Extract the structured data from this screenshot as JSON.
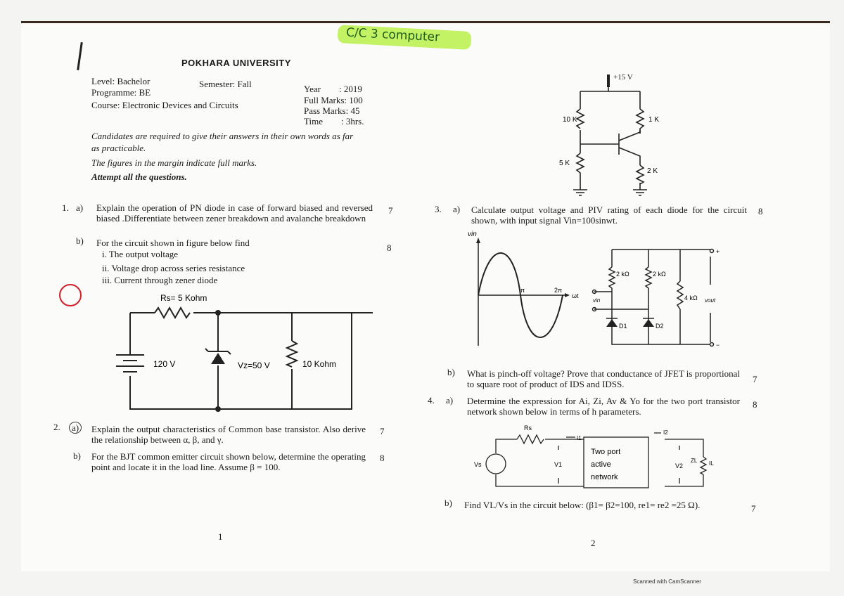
{
  "handwritten_note": "C/C 3 computer",
  "header": {
    "university": "POKHARA UNIVERSITY",
    "level": "Level: Bachelor",
    "semester": "Semester: Fall",
    "programme": "Programme: BE",
    "course": "Course: Electronic Devices and Circuits",
    "year": "Year        : 2019",
    "full_marks": "Full Marks: 100",
    "pass_marks": "Pass Marks: 45",
    "time": "Time        : 3hrs."
  },
  "instructions": [
    "Candidates are required to give their answers in their own words as far",
    "as practicable.",
    "The figures in the margin indicate full marks.",
    "Attempt all the questions."
  ],
  "questions": {
    "q1": {
      "num": "1.",
      "a_label": "a)",
      "a_text": "Explain the operation of PN diode in case of forward biased and reversed biased .Differentiate between zener breakdown and avalanche breakdown",
      "a_marks": "7",
      "b_label": "b)",
      "b_text": "For the circuit shown in figure below find",
      "b_items": [
        "i. The output voltage",
        "ii. Voltage drop across series resistance",
        "iii. Current through zener diode"
      ],
      "b_marks": "8",
      "circuit": {
        "rs": "Rs= 5 Kohm",
        "source": "120 V",
        "vz": "Vz=50 V",
        "load": "10 Kohm"
      }
    },
    "q2": {
      "num": "2.",
      "a_label": "a)",
      "a_text": "Explain the output characteristics of Common base transistor. Also derive the relationship between α, β, and γ.",
      "a_marks": "7",
      "b_label": "b)",
      "b_text": "For the BJT common emitter circuit shown below, determine the operating point and locate it in the load line. Assume β = 100.",
      "b_marks": "8"
    },
    "bjt_circuit": {
      "vcc": "+15 V",
      "r1": "10 K",
      "rc": "1 K",
      "r2": "5 K",
      "re": "2 K"
    },
    "q3": {
      "num": "3.",
      "a_label": "a)",
      "a_text": "Calculate output voltage and PIV rating of each diode for the circuit shown, with input signal Vin=100sinwt.",
      "a_marks": "8",
      "graph": {
        "ylabel": "vin",
        "xlabel": "ωt",
        "pi": "π",
        "two_pi": "2π"
      },
      "circuit": {
        "r1": "2 kΩ",
        "r2": "2 kΩ",
        "rl": "4 kΩ",
        "vin": "vin",
        "vout": "vout",
        "d1": "D1",
        "d2": "D2",
        "plus": "+",
        "minus": "−"
      },
      "b_label": "b)",
      "b_text": "What is pinch-off voltage? Prove that conductance of JFET is proportional to square root of product of IDS and IDSS.",
      "b_marks": "7"
    },
    "q4": {
      "num": "4.",
      "a_label": "a)",
      "a_text": "Determine the expression for Ai, Zi, Av & Yo for the two port transistor network shown below in terms of h parameters.",
      "a_marks": "8",
      "network": {
        "rs": "Rs",
        "vs": "Vs",
        "i1": "I1",
        "v1": "V1",
        "box": [
          "Two port",
          "active",
          "network"
        ],
        "i2": "I2",
        "v2": "V2",
        "zl": "ZL",
        "il": "IL"
      },
      "b_label": "b)",
      "b_text": "Find VL/Vs in the circuit below: (β1= β2=100, re1= re2 =25 Ω).",
      "b_marks": "7"
    }
  },
  "page_numbers": [
    "1",
    "2"
  ],
  "watermark": "Scanned with CamScanner"
}
